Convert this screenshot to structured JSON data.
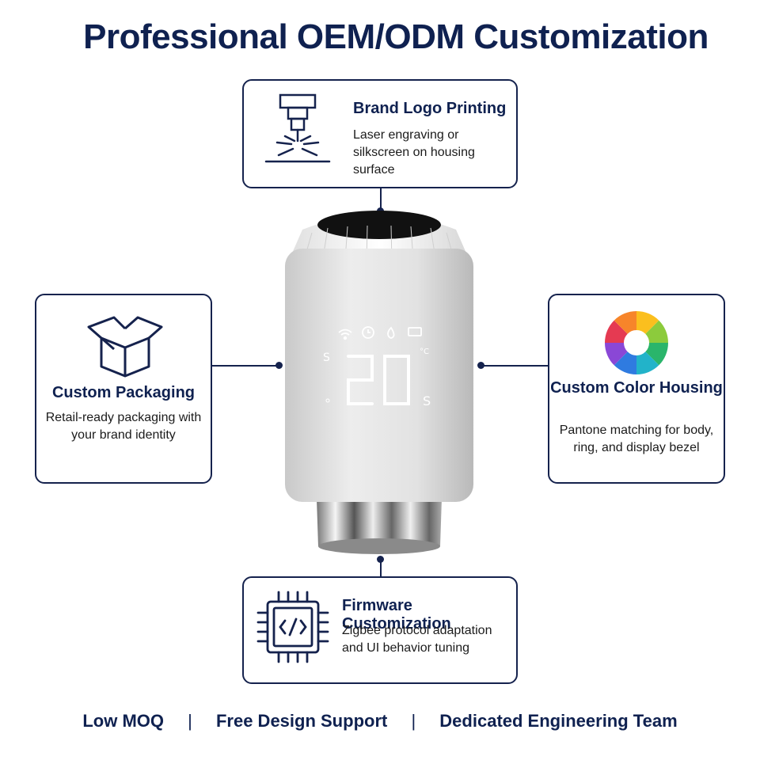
{
  "title": "Professional OEM/ODM Customization",
  "cards": {
    "logo": {
      "title": "Brand Logo Printing",
      "desc": "Laser engraving or silkscreen on housing surface",
      "icon": "laser-engraver-icon"
    },
    "packaging": {
      "title": "Custom Packaging",
      "desc": "Retail-ready packaging with your brand identity",
      "icon": "box-icon"
    },
    "color": {
      "title": "Custom Color Housing",
      "desc": "Pantone matching for body, ring, and display bezel",
      "icon": "color-wheel-icon"
    },
    "firmware": {
      "title": "Firmware Customization",
      "desc": "Zigbee protocol adaptation and UI behavior tuning",
      "icon": "chip-code-icon"
    }
  },
  "device": {
    "display_value": "20",
    "unit": "°C"
  },
  "footer": {
    "item1": "Low MOQ",
    "item2": "Free Design Support",
    "item3": "Dedicated Engineering Team",
    "separator": "|"
  },
  "colors": {
    "navy": "#0f2150",
    "border": "#15224d",
    "display": "#ffffff",
    "body": "#e4e4e4"
  }
}
